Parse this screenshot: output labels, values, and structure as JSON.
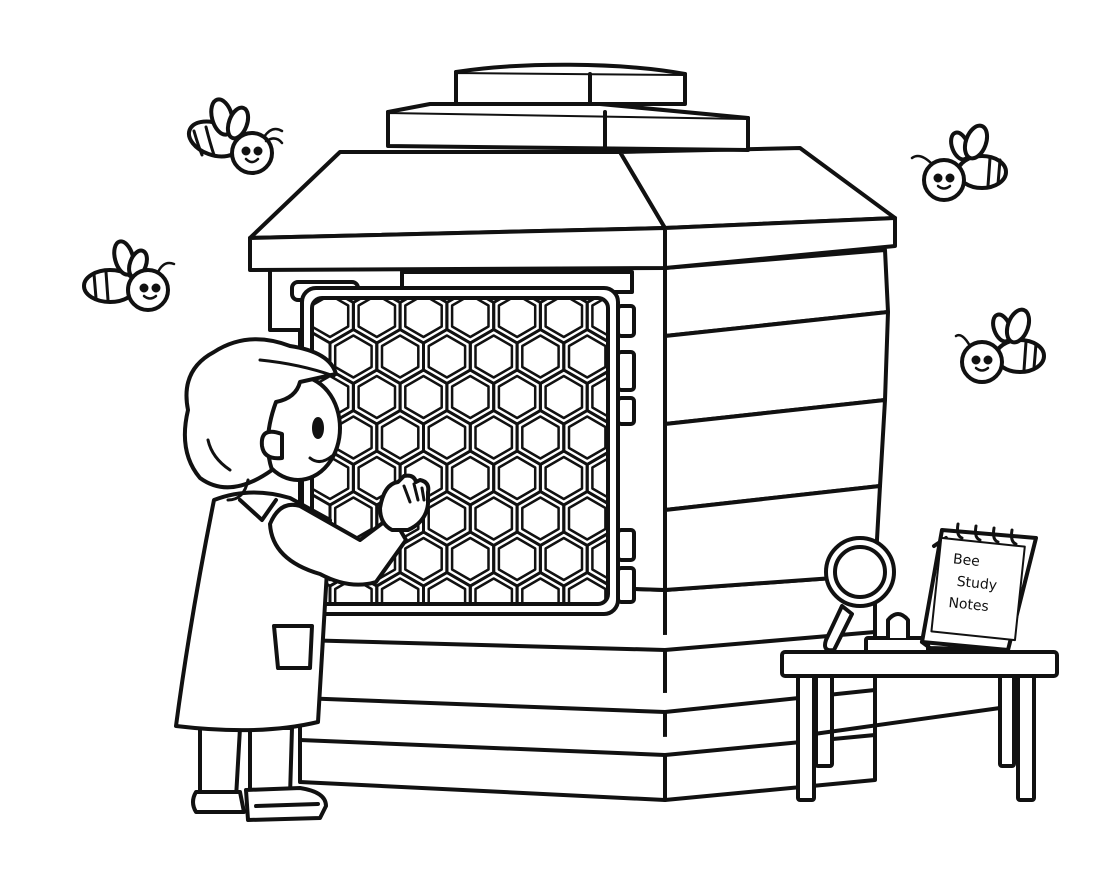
{
  "notepad": {
    "line1": "Bee",
    "line2": "Study",
    "line3": "Notes"
  }
}
